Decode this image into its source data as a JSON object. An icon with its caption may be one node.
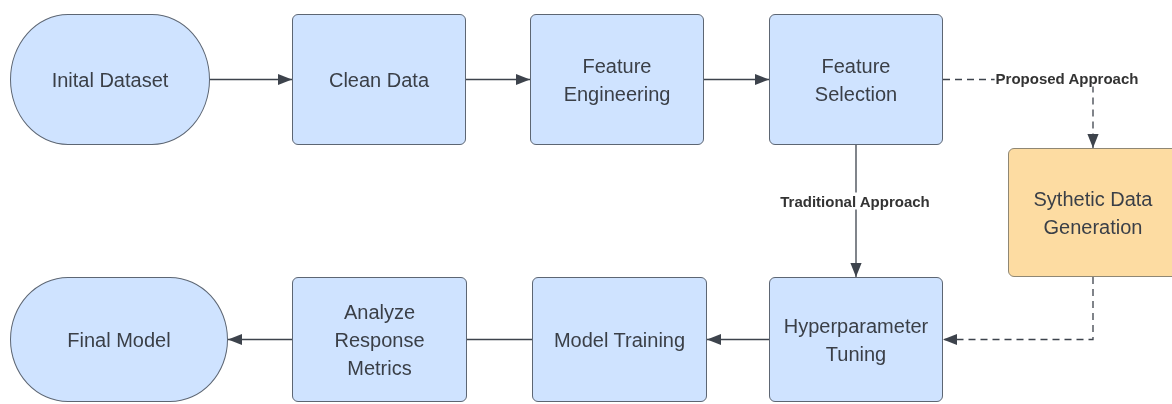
{
  "diagram": {
    "nodes": [
      {
        "text": [
          "Inital Dataset"
        ]
      },
      {
        "text": [
          "Clean Data"
        ]
      },
      {
        "text": [
          "Feature Engineering"
        ]
      },
      {
        "text": [
          "Feature Selection"
        ]
      },
      {
        "text": [
          "Sythetic Data Generation"
        ]
      },
      {
        "text": [
          "Final Model"
        ]
      },
      {
        "text": [
          "Analyze Response Metrics"
        ]
      },
      {
        "text": [
          "Model Training"
        ]
      },
      {
        "text": [
          "Hyperparameter Tuning"
        ]
      }
    ],
    "edges": [
      {
        "from": 0,
        "to": 1,
        "arrow": "to"
      },
      {
        "from": 1,
        "to": 2,
        "arrow": "to"
      },
      {
        "from": 2,
        "to": 3,
        "arrow": "to"
      },
      {
        "from": 3,
        "to": 4,
        "arrow": "to",
        "label": "Proposed Approach",
        "style": "dashed"
      },
      {
        "from": 3,
        "to": 8,
        "arrow": "to",
        "label": "Traditional Approach"
      },
      {
        "from": 4,
        "to": 8,
        "arrow": "to",
        "style": "dashed"
      },
      {
        "from": 8,
        "to": 7,
        "arrow": "to"
      },
      {
        "from": 7,
        "to": 6,
        "arrow": "none"
      },
      {
        "from": 6,
        "to": 5,
        "arrow": "to"
      }
    ]
  }
}
